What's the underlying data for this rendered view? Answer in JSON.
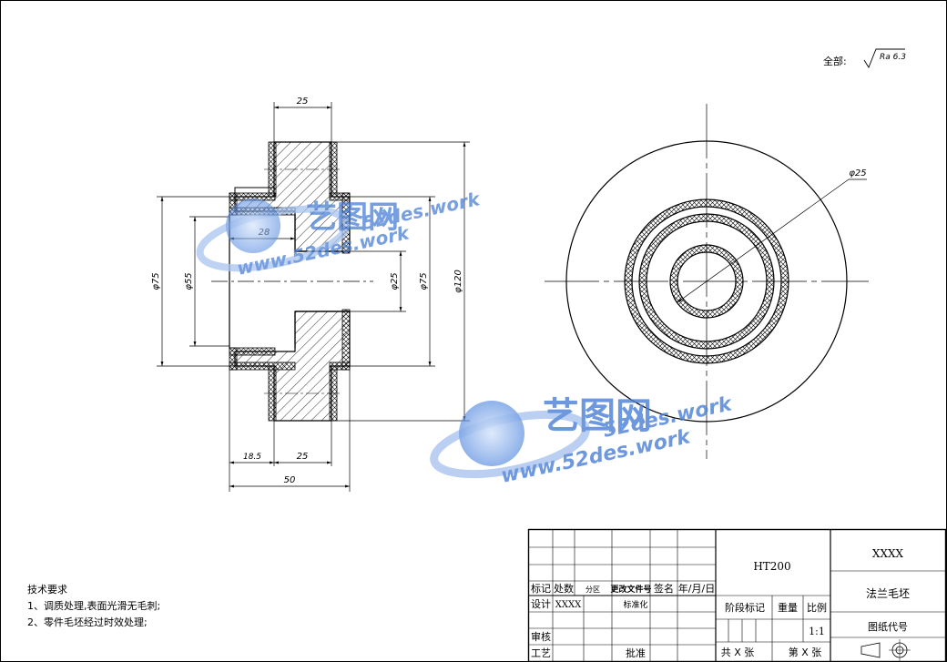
{
  "surface_finish": {
    "prefix": "全部:",
    "value": "Ra 6.3"
  },
  "dimensions": {
    "d_top_width": "25",
    "d_bore_depth": "28",
    "d_bottom_left": "18.5",
    "d_bottom_right": "25",
    "d_total": "50",
    "d_phi75_left": "φ75",
    "d_phi55": "φ55",
    "d_phi25": "φ25",
    "d_phi75_right": "φ75",
    "d_phi120": "φ120",
    "d_phi25_circle": "φ25"
  },
  "technical_requirements": {
    "title": "技术要求",
    "items": [
      "1、调质处理,表面光滑无毛刺;",
      "2、零件毛坯经过时效处理;"
    ]
  },
  "title_block": {
    "material": "HT200",
    "drawing_no": "XXXX",
    "part_name": "法兰毛坯",
    "drawing_code": "图纸代号",
    "rev_mark": "标记",
    "rev_count": "处数",
    "rev_zone": "分区",
    "rev_doc": "更改文件号",
    "rev_sign": "签名",
    "rev_date": "年/月/日",
    "design": "设计",
    "design_value": "XXXX",
    "standardize": "标准化",
    "review": "审核",
    "process": "工艺",
    "approve": "批准",
    "stage_mark": "阶段标记",
    "weight": "重量",
    "scale": "比例",
    "scale_value": "1:1",
    "sheets_total": "共 X 张",
    "sheet_no": "第 X 张"
  },
  "watermark": {
    "brand": "艺图网",
    "url_top": "52des.work",
    "url_bottom": "www.52des.work"
  },
  "colors": {
    "line": "#000000",
    "watermark": "#4a7fd6",
    "watermark_light": "#a9c4f0"
  }
}
